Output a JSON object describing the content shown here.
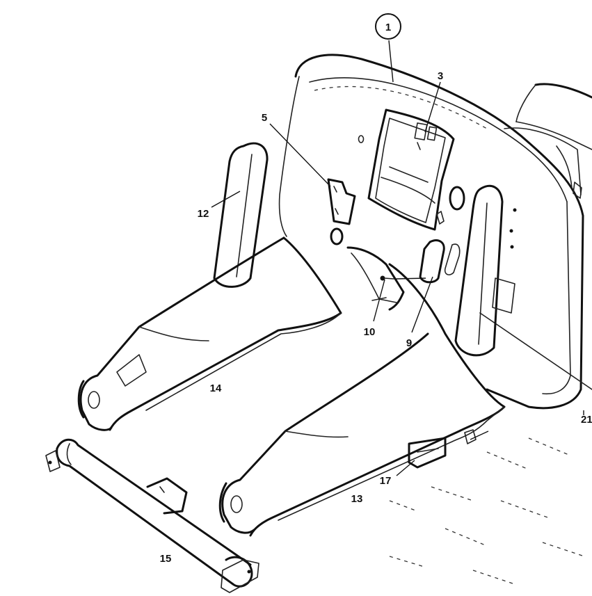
{
  "callouts": {
    "c1": "1",
    "c3": "3",
    "c5": "5",
    "c9": "9",
    "c10": "10",
    "c12": "12",
    "c13": "13",
    "c14": "14",
    "c15": "15",
    "c17": "17",
    "c21": "21"
  }
}
